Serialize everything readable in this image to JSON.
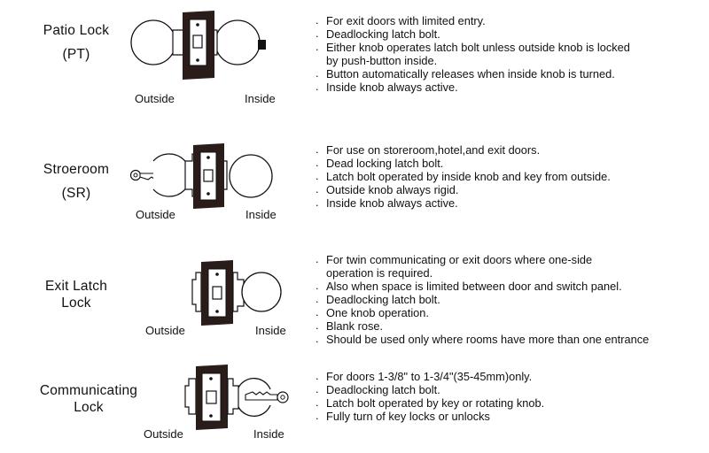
{
  "sections": [
    {
      "title": "Patio Lock",
      "code": "(PT)",
      "outside_label": "Outside",
      "inside_label": "Inside",
      "lines": [
        {
          "text": "For exit doors with limited entry."
        },
        {
          "text": "Deadlocking latch bolt."
        },
        {
          "text": "Either knob operates latch bolt unless outside knob is locked"
        },
        {
          "text": "by push-button inside.",
          "cont": true
        },
        {
          "text": "Button automatically releases when inside knob is turned."
        },
        {
          "text": " Inside knob always active."
        }
      ]
    },
    {
      "title": "Stroeroom",
      "code": "(SR)",
      "outside_label": "Outside",
      "inside_label": "Inside",
      "lines": [
        {
          "text": "For use on storeroom,hotel,and exit doors."
        },
        {
          "text": "Dead locking latch bolt."
        },
        {
          "text": "Latch bolt operated by inside knob and key from outside."
        },
        {
          "text": "Outside knob always rigid."
        },
        {
          "text": "Inside knob always active."
        }
      ]
    },
    {
      "title": "Exit Latch",
      "code": "Lock",
      "outside_label": "Outside",
      "inside_label": "Inside",
      "lines": [
        {
          "text": "For twin communicating or exit doors where one-side"
        },
        {
          "text": "operation is required.",
          "cont": true
        },
        {
          "text": "Also when space is limited between door and switch panel."
        },
        {
          "text": "Deadlocking latch bolt."
        },
        {
          "text": "One knob operation."
        },
        {
          "text": "Blank rose."
        },
        {
          "text": "Should be used only where rooms have more than one entrance"
        }
      ]
    },
    {
      "title": "Communicating",
      "code": "Lock",
      "outside_label": "Outside",
      "inside_label": "Inside",
      "lines": [
        {
          "text": "For doors 1-3/8\" to 1-3/4\"(35-45mm)only."
        },
        {
          "text": "Deadlocking latch bolt."
        },
        {
          "text": "Latch bolt operated by key or rotating knob."
        },
        {
          "text": "Fully turn of key locks or unlocks"
        }
      ]
    }
  ]
}
